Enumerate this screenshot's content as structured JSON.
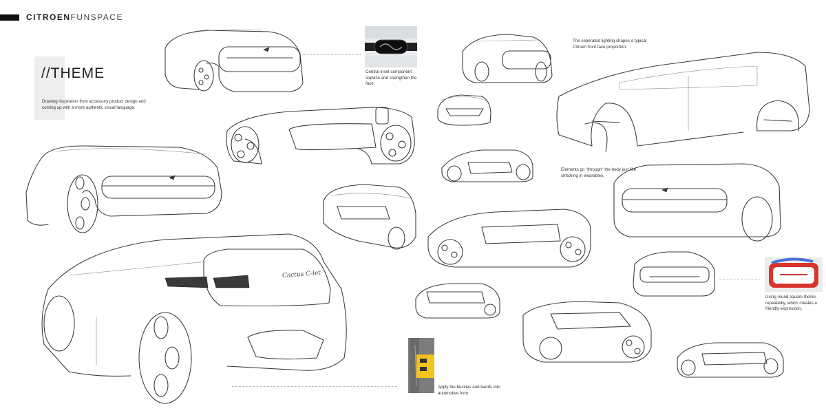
{
  "header": {
    "brand_bold": "CITROEN",
    "brand_light": "FUNSPACE"
  },
  "theme": {
    "title": "//THEME",
    "description": "Drawing inspiration from accessory product design and coming up with a more authentic visual language."
  },
  "annotations": {
    "inset": "Central inset component stablize and strengthen the face.",
    "lighting": "The seperated lighting shapes a typical Citroen front face proportion.",
    "stitching": "Elements go \"through\" the body just like stritching in wearables.",
    "round_square": "Using round square theme repeatedly, which creates a friendly expression.",
    "buckles": "Apply the buckles and bands into automotive form."
  },
  "sketch_text": {
    "rear_script": "Cactus C-let"
  },
  "colors": {
    "accent_yellow": "#f2c31c",
    "accent_red": "#d9342b",
    "accent_blue": "#4a6fd6",
    "paper": "#ffffff"
  }
}
